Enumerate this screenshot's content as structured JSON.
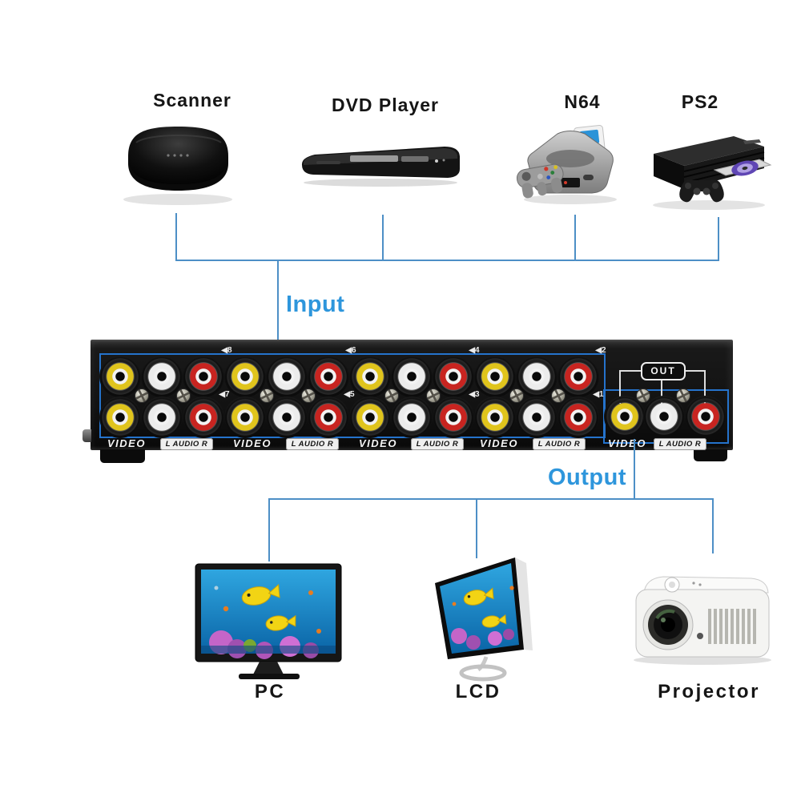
{
  "diagram": {
    "input_section_label": "Input",
    "output_section_label": "Output"
  },
  "input_devices": [
    {
      "label": "Scanner"
    },
    {
      "label": "DVD Player"
    },
    {
      "label": "N64"
    },
    {
      "label": "PS2"
    }
  ],
  "output_devices": [
    {
      "label": "PC"
    },
    {
      "label": "LCD"
    },
    {
      "label": "Projector"
    }
  ],
  "switcher": {
    "out_badge_label": "OUT",
    "top_row_port_labels": [
      "◀8",
      "◀6",
      "◀4",
      "◀2"
    ],
    "bottom_row_port_labels": [
      "◀7",
      "◀5",
      "◀3",
      "◀1"
    ],
    "video_label": "VIDEO",
    "audio_label": "L AUDIO R"
  },
  "colors": {
    "callout_text": "#2e96dc",
    "connection_line": "#4d8fc6",
    "section_outline": "#2573cc",
    "jack_yellow": "#e0c41c",
    "jack_white": "#ececec",
    "jack_red": "#c82420"
  }
}
